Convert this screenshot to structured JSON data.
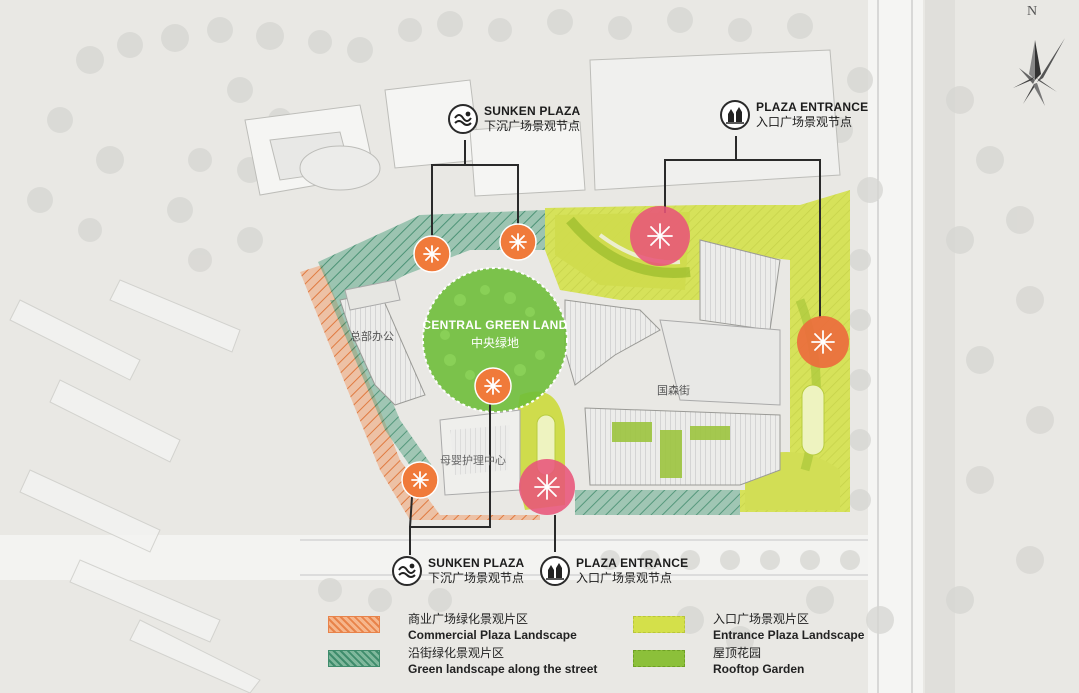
{
  "compass": {
    "label": "N"
  },
  "central": {
    "en": "CENTRAL GREEN LAND",
    "zh": "中央绿地"
  },
  "callouts": {
    "sunken_top": {
      "en": "SUNKEN PLAZA",
      "zh": "下沉广场景观节点"
    },
    "entrance_top": {
      "en": "PLAZA ENTRANCE",
      "zh": "入口广场景观节点"
    },
    "sunken_bottom": {
      "en": "SUNKEN PLAZA",
      "zh": "下沉广场景观节点"
    },
    "entrance_bottom": {
      "en": "PLAZA ENTRANCE",
      "zh": "入口广场景观节点"
    }
  },
  "buildings": {
    "office": "总部办公",
    "street": "国森街",
    "care": "母婴护理中心"
  },
  "legend": [
    {
      "zh": "商业广场绿化景观片区",
      "en": "Commercial Plaza Landscape",
      "color": "#f0a070"
    },
    {
      "zh": "沿街绿化景观片区",
      "en": "Green landscape along the street",
      "color": "#4f9a7c"
    },
    {
      "zh": "入口广场景观片区",
      "en": "Entrance Plaza Landscape",
      "color": "#d4e04a"
    },
    {
      "zh": "屋顶花园",
      "en": "Rooftop Garden",
      "color": "#8cc03a"
    }
  ],
  "colors": {
    "commercial": "#f0a070",
    "street_green": "#4f9a7c",
    "entrance": "#d4e04a",
    "rooftop": "#8cc03a",
    "sunken_node": "#f07a3a",
    "entrance_node": "#e8547a",
    "central_green": "#6fbe3a"
  }
}
